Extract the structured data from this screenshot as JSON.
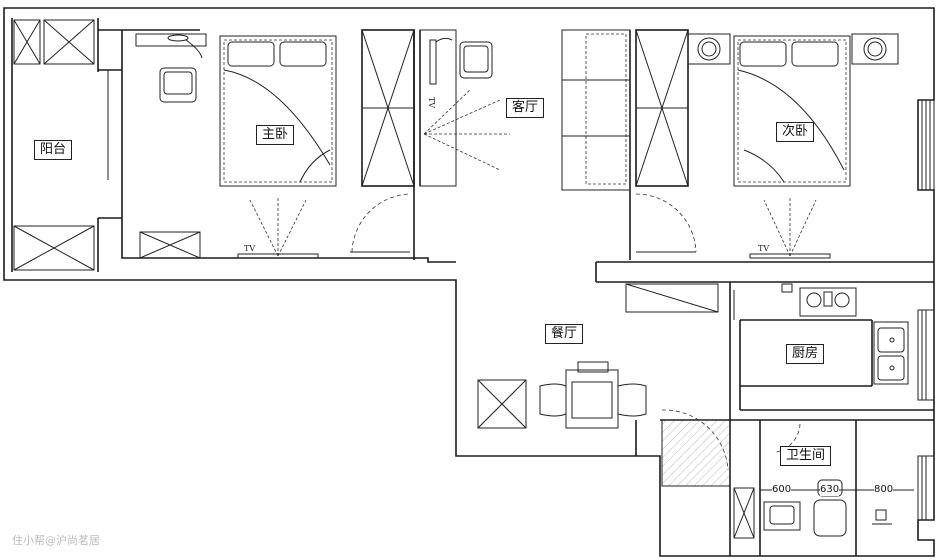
{
  "rooms": {
    "balcony": "阳台",
    "master_bedroom": "主卧",
    "living_room": "客厅",
    "second_bedroom": "次卧",
    "dining_room": "餐厅",
    "kitchen": "厨房",
    "bathroom": "卫生间"
  },
  "tv_labels": [
    "TV",
    "TV",
    "TV"
  ],
  "dimensions": [
    "600",
    "630",
    "800"
  ],
  "watermark": "住小帮@沪尚茗居"
}
